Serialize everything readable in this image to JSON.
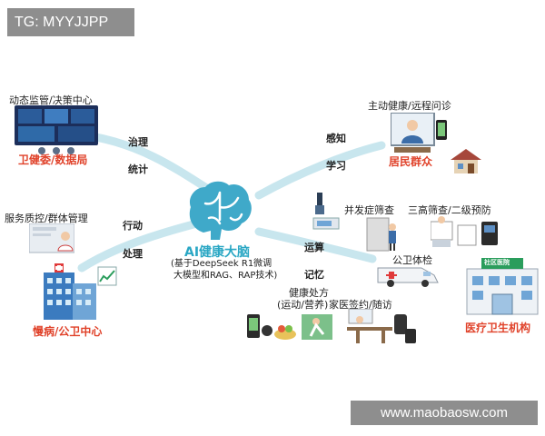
{
  "watermark_top": "TG: MYYJJPP",
  "watermark_bottom": "www.maobaosw.com",
  "center": {
    "title": "AI健康大脑",
    "subtitle_1": "(基于DeepSeek R1微调",
    "subtitle_2": "大模型和RAG、RAP技术)"
  },
  "nodes": {
    "wjw_top": "动态监管/决策中心",
    "wjw_tag": "卫健委/数据局",
    "mb_top": "服务质控/群体管理",
    "mb_tag": "慢病/公卫中心",
    "jm_top": "主动健康/远程问诊",
    "jm_tag": "居民群众",
    "yl_tag": "医疗卫生机构",
    "yl_sign": "社区医院"
  },
  "verbs": {
    "zhili": "治理",
    "tongji": "统计",
    "xingdong": "行动",
    "chuli": "处理",
    "ganzhi": "感知",
    "xuexi": "学习",
    "yunsuan": "运算",
    "jiyi": "记忆"
  },
  "services": {
    "bingfa": "并发症筛查",
    "sangao": "三高筛查/二级预防",
    "gongwei": "公卫体检",
    "chufang_1": "健康处方",
    "chufang_2": "(运动/营养)",
    "qianyue": "家医签约/随访"
  },
  "colors": {
    "branch": "#c8e6ee",
    "brain": "#3fa9c9",
    "tag_text": "#e0422a",
    "title": "#2aa7c4"
  }
}
